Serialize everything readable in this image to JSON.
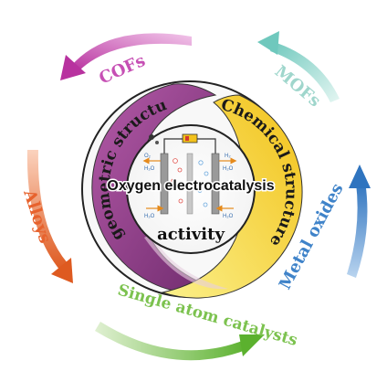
{
  "center": {
    "title": "Oxygen electrocatalysis",
    "subtitle": "activity",
    "cell_labels": {
      "o2": "O₂",
      "h2": "H₂",
      "h2o_left_top": "H₂O",
      "h2o_right_top": "H₂O",
      "h2o_left_bottom": "H₂O",
      "h2o_right_bottom": "H₂O"
    }
  },
  "ring": {
    "left_label": "geometric structure",
    "right_label": "Chemical structure"
  },
  "outer_labels": {
    "cofs": "COFs",
    "mofs": "MOFs",
    "alloys": "Alloys",
    "metal_oxides": "Metal oxides",
    "single_atom": "Single atom catalysts"
  },
  "colors": {
    "purple_band": "#9a3d92",
    "yellow_band": "#f5e23c",
    "cofs_arrow": "#c64fb4",
    "mofs_arrow": "#a7ddd4",
    "alloys_arrow": "#e7622d",
    "oxides_arrow": "#3f83c9",
    "single_atom_arrow": "#7cc24f"
  }
}
